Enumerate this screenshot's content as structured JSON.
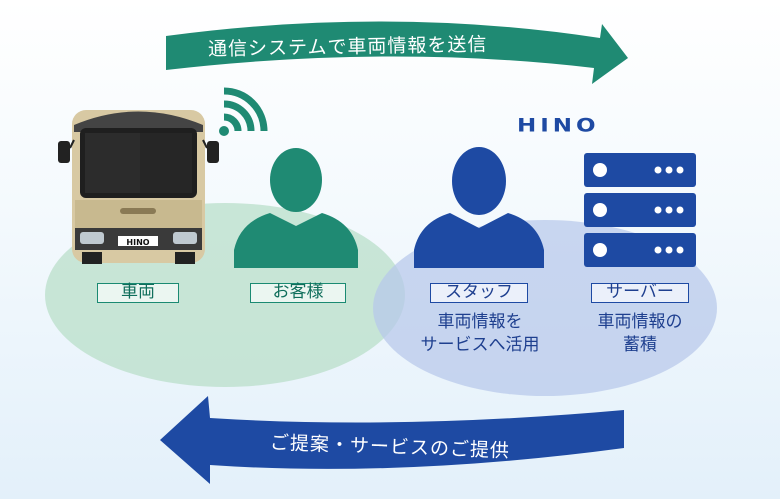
{
  "top_arrow": {
    "text": "通信システムで車両情報を送信",
    "color": "#1f8a73"
  },
  "bottom_arrow": {
    "text": "ご提案・サービスのご提供",
    "color": "#1e4aa3"
  },
  "logo": {
    "text": "HINO"
  },
  "bus": {
    "plate_text": "HINO"
  },
  "labels": {
    "vehicle": "車両",
    "customer": "お客様",
    "staff": "スタッフ",
    "server": "サーバー"
  },
  "descriptions": {
    "staff": [
      "車両情報を",
      "サービスへ活用"
    ],
    "server": [
      "車両情報の",
      "蓄積"
    ]
  },
  "colors": {
    "green": "#1f8a73",
    "blue": "#1e4aa3",
    "green_ellipse": "#b8ddc9",
    "blue_ellipse": "#c2d0ec"
  }
}
